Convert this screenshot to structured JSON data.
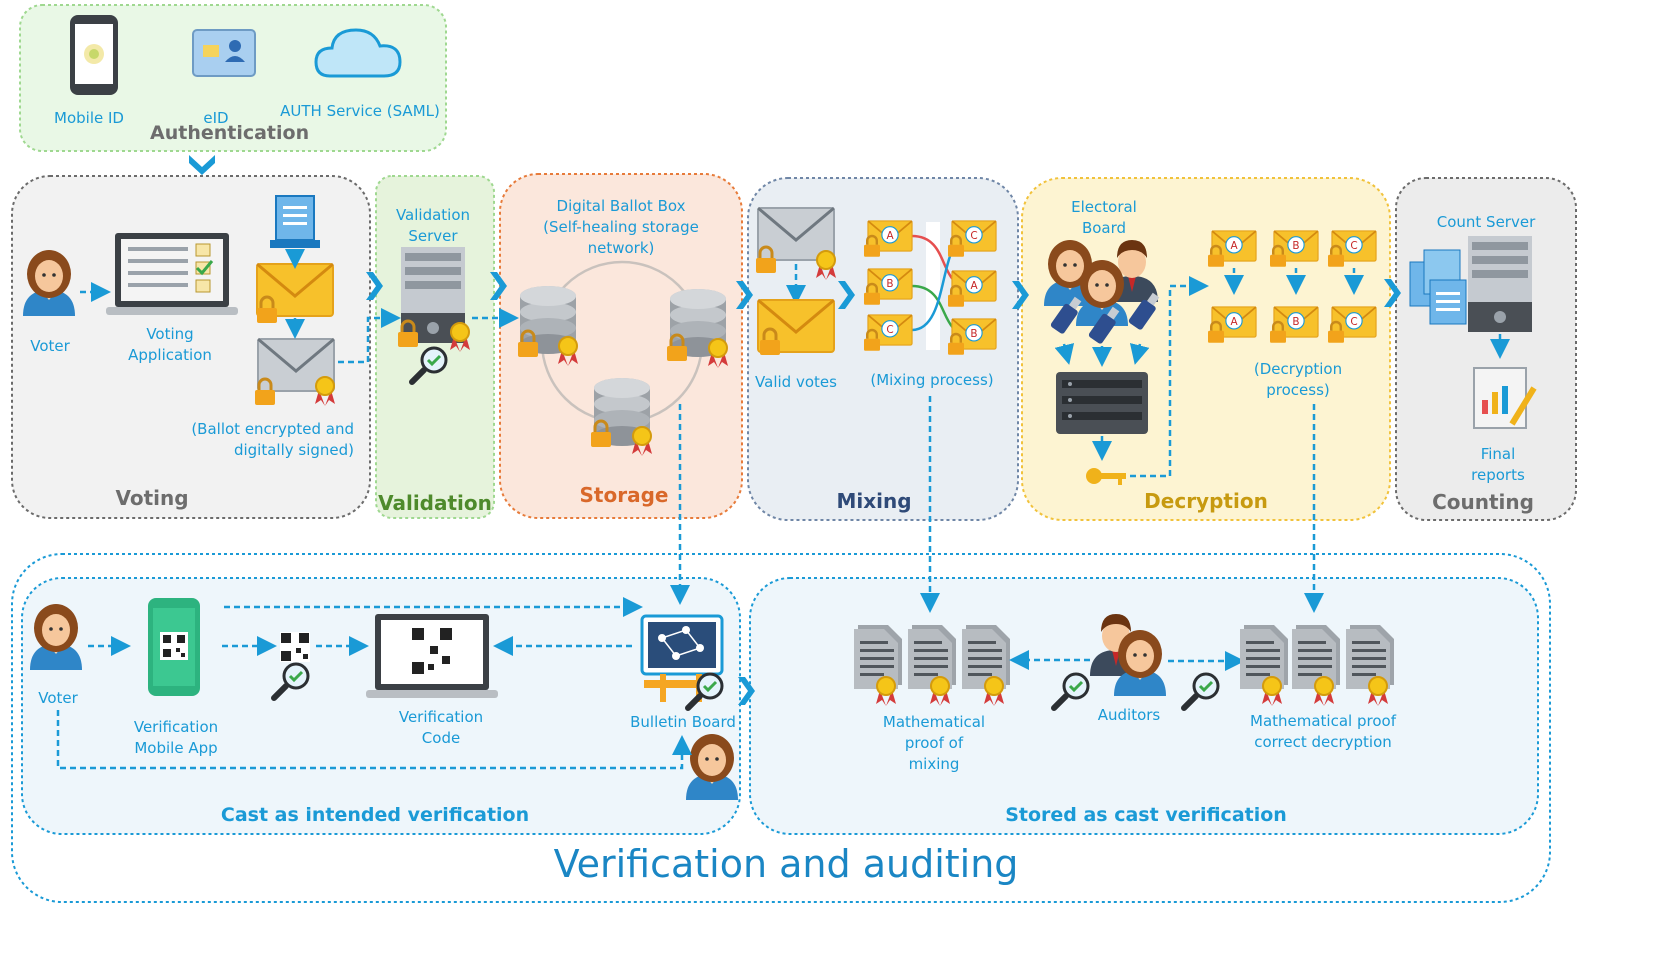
{
  "authentication": {
    "title": "Authentication",
    "mobile_id": "Mobile ID",
    "eid": "eID",
    "auth_service": "AUTH Service (SAML)"
  },
  "voting": {
    "title": "Voting",
    "voter": "Voter",
    "app": "Voting\nApplication",
    "ballot": "(Ballot encrypted and\ndigitally signed)"
  },
  "validation": {
    "title": "Validation",
    "server": "Validation\nServer"
  },
  "storage": {
    "title": "Storage",
    "box": "Digital Ballot Box\n(Self-healing storage\nnetwork)"
  },
  "mixing": {
    "title": "Mixing",
    "valid_votes": "Valid votes",
    "process": "(Mixing process)",
    "letters": [
      "A",
      "B",
      "C",
      "C",
      "A",
      "B"
    ]
  },
  "decryption": {
    "title": "Decryption",
    "board": "Electoral\nBoard",
    "process": "(Decryption\nprocess)",
    "letters": [
      "A",
      "B",
      "C"
    ]
  },
  "counting": {
    "title": "Counting",
    "server": "Count Server",
    "reports": "Final\nreports"
  },
  "cast": {
    "title": "Cast as intended verification",
    "voter": "Voter",
    "app": "Verification\nMobile App",
    "code": "Verification\nCode",
    "bulletin": "Bulletin Board"
  },
  "stored": {
    "title": "Stored as cast verification",
    "proof_mixing": "Mathematical\nproof of\nmixing",
    "auditors": "Auditors",
    "proof_decryption": "Mathematical proof\ncorrect decryption"
  },
  "footer": {
    "title": "Verification and auditing"
  },
  "colors": {
    "accent": "#1a9ad6",
    "auth_bg": "#e9f8e6",
    "validation_bg": "#e6f3dc",
    "storage_bg": "#fbe7dc",
    "mixing_bg": "#e9eef3",
    "decryption_bg": "#fdf4d2",
    "counting_bg": "#ececec",
    "verify_bg": "#eef6fb"
  }
}
